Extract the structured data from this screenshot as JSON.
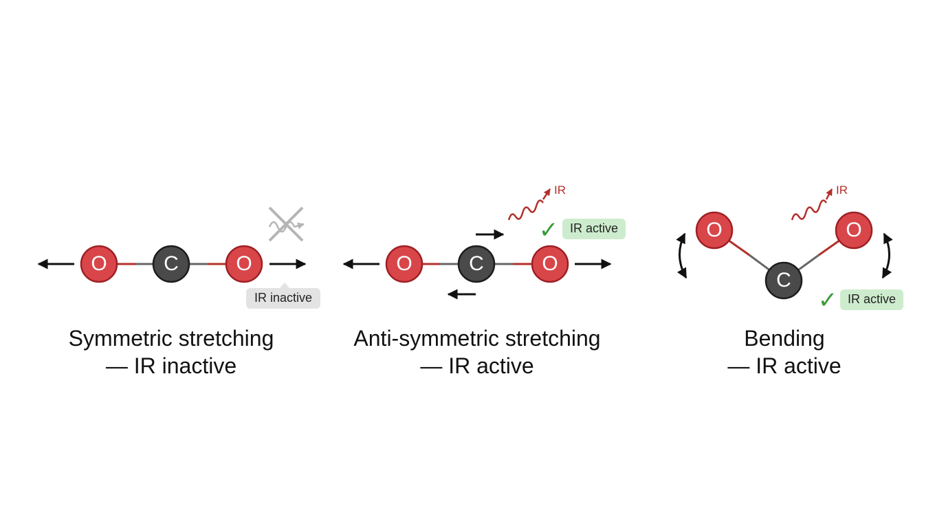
{
  "atoms": {
    "oxygen": "O",
    "carbon": "C"
  },
  "colors": {
    "oxygen_fill": "#d9464a",
    "oxygen_stroke": "#9e1f24",
    "carbon_fill": "#4a4a4a",
    "carbon_stroke": "#1c1c1c",
    "ir_wave": "#b3302a",
    "inactive_grey": "#b5b5b5",
    "active_badge": "#cdeccd",
    "inactive_badge": "#e3e3e3",
    "check_green": "#3a9a3a"
  },
  "modes": [
    {
      "id": "symmetric",
      "badge": "IR inactive",
      "caption_line1": "Symmetric stretching",
      "caption_line2": "— IR inactive"
    },
    {
      "id": "antisymmetric",
      "badge": "IR active",
      "ir_label": "IR",
      "caption_line1": "Anti-symmetric stretching",
      "caption_line2": "— IR active"
    },
    {
      "id": "bending",
      "badge": "IR active",
      "ir_label": "IR",
      "caption_line1": "Bending",
      "caption_line2": "— IR active"
    }
  ]
}
